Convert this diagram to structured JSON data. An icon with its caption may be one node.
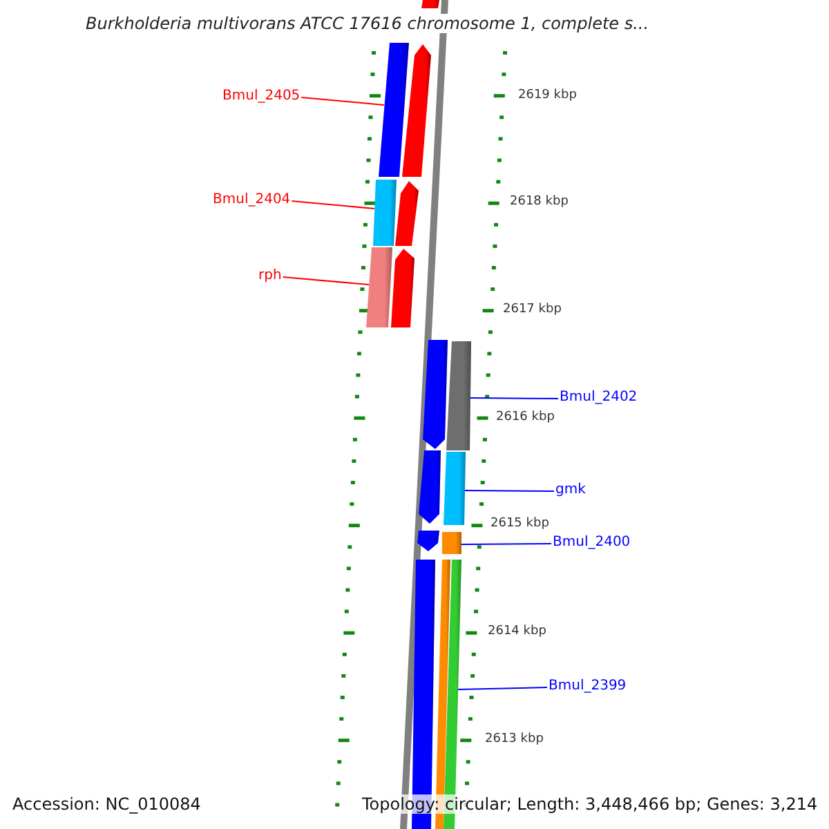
{
  "diagram": {
    "title": "Burkholderia multivorans ATCC 17616 chromosome 1, complete s...",
    "nodes": [
      {
        "text": [
          "Bmul_2405"
        ]
      },
      {
        "text": [],
        "shape": "bar"
      },
      {
        "text": [
          "Bmul_2404"
        ]
      },
      {
        "text": [],
        "shape": "bar"
      },
      {
        "text": [
          "rph"
        ]
      },
      {
        "text": [],
        "shape": "bar"
      },
      {
        "text": [
          "Bmul_2402"
        ]
      },
      {
        "text": [],
        "shape": "bar"
      },
      {
        "text": [
          "gmk"
        ]
      },
      {
        "text": [],
        "shape": "bar"
      },
      {
        "text": [
          "Bmul_2400"
        ]
      },
      {
        "text": [],
        "shape": "bar"
      },
      {
        "text": [
          "Bmul_2399"
        ]
      },
      {
        "text": [],
        "shape": "bar"
      },
      {
        "text": [],
        "shape": "bar"
      },
      {
        "text": [],
        "shape": "arrow"
      },
      {
        "text": [],
        "shape": "arrow"
      },
      {
        "text": [],
        "shape": "arrow"
      },
      {
        "text": [],
        "shape": "arrow"
      },
      {
        "text": [],
        "shape": "arrow"
      },
      {
        "text": [],
        "shape": "arrow"
      },
      {
        "text": [],
        "shape": "arrow"
      },
      {
        "text": [],
        "shape": "bar"
      }
    ],
    "edges": [
      {
        "from": 0,
        "to": 1,
        "arrow": "none",
        "color": "#ff0000"
      },
      {
        "from": 2,
        "to": 3,
        "arrow": "none",
        "color": "#ff0000"
      },
      {
        "from": 4,
        "to": 5,
        "arrow": "none",
        "color": "#ff0000"
      },
      {
        "from": 6,
        "to": 7,
        "arrow": "none",
        "color": "#0000ff"
      },
      {
        "from": 8,
        "to": 9,
        "arrow": "none",
        "color": "#0000ff"
      },
      {
        "from": 10,
        "to": 11,
        "arrow": "none",
        "color": "#0000ff"
      },
      {
        "from": 12,
        "to": 13,
        "arrow": "none",
        "color": "#0000ff"
      }
    ],
    "labels": [
      "2619 kbp",
      "2618 kbp",
      "2617 kbp",
      "2616 kbp",
      "2615 kbp",
      "2614 kbp",
      "2613 kbp",
      "Accession: NC_010084",
      "Topology: circular; Length: 3,448,466 bp; Genes: 3,214"
    ]
  }
}
